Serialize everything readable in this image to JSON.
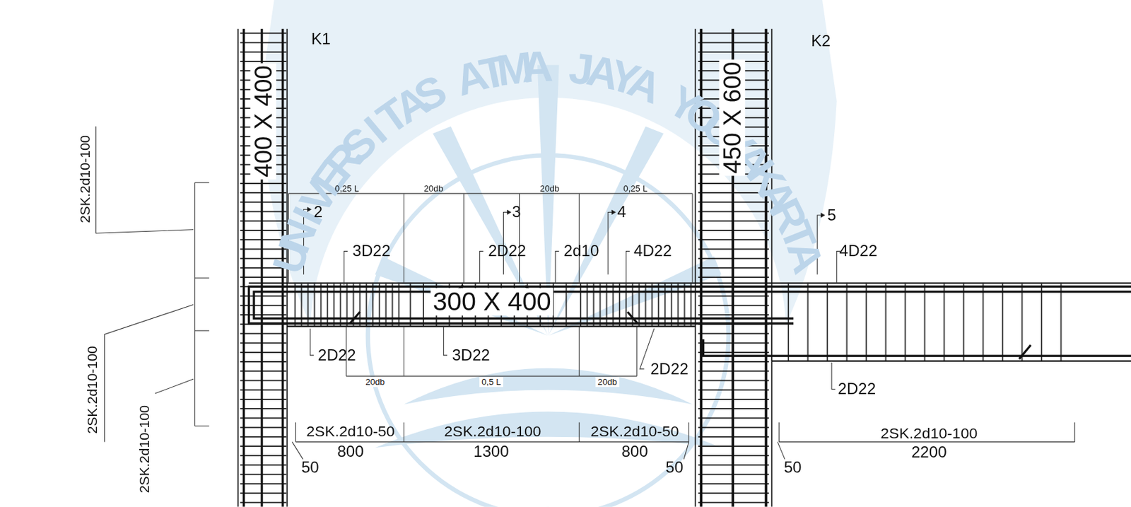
{
  "diagram": {
    "labels": [
      "UNIVERSITAS ATMA JAYA YOGYAKARTA",
      "K1",
      "400 X 400",
      "K2",
      "450 X 600",
      "0,25 L",
      "20db",
      "20db",
      "0,25 L",
      "2",
      "3",
      "4",
      "5",
      "3D22",
      "2D22",
      "2d10",
      "4D22",
      "4D22",
      "300 X 400",
      "2D22",
      "3D22",
      "2D22",
      "2D22",
      "20db",
      "0,5 L",
      "20db",
      "2SK.2d10-50",
      "2SK.2d10-100",
      "2SK.2d10-50",
      "2SK.2d10-100",
      "800",
      "1300",
      "800",
      "2200",
      "50",
      "50",
      "50",
      "2SK.2d10-100",
      "2SK.2d10-100",
      "2SK.2d10-100"
    ]
  }
}
